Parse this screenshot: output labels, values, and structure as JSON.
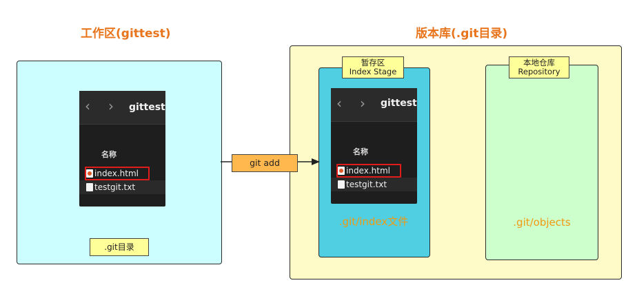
{
  "workspace": {
    "title": "工作区(gittest)",
    "git_dir_label": ".git目录",
    "finder": {
      "title": "gittest",
      "back_icon": "chevron-left",
      "forward_icon": "chevron-right",
      "column_header": "名称",
      "files": [
        {
          "name": "index.html",
          "icon": "html-file",
          "selected": true
        },
        {
          "name": "testgit.txt",
          "icon": "text-file",
          "selected": false
        }
      ]
    }
  },
  "arrow": {
    "label": "git add"
  },
  "repository": {
    "title": "版本库(.git目录)",
    "stage": {
      "label_line1": "暂存区",
      "label_line2": "Index Stage",
      "file_text": ".git/index文件",
      "finder": {
        "title": "gittest",
        "back_icon": "chevron-left",
        "forward_icon": "chevron-right",
        "column_header": "名称",
        "files": [
          {
            "name": "index.html",
            "icon": "html-file",
            "selected": true
          },
          {
            "name": "testgit.txt",
            "icon": "text-file",
            "selected": false
          }
        ]
      }
    },
    "local": {
      "label_line1": "本地仓库",
      "label_line2": "Repository",
      "objects_text": ".git/objects"
    }
  },
  "colors": {
    "title": "#e8741c",
    "workspace_bg": "#ccfeff",
    "repo_bg": "#fffbc8",
    "stage_bg": "#4fcfe1",
    "local_bg": "#ccffcc",
    "label_bg": "#ffff9a",
    "arrow_label_bg": "#ffb84d",
    "highlight": "#e21b1b",
    "accent_text": "#f19a12"
  }
}
